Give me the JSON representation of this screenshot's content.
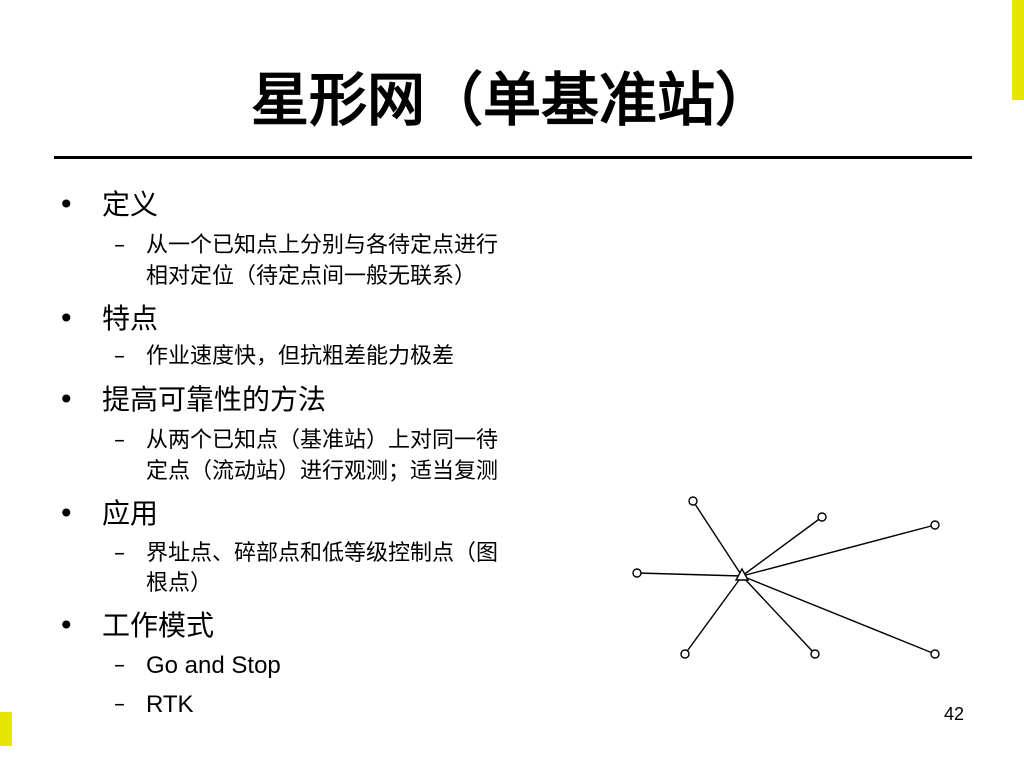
{
  "slide": {
    "title": "星形网（单基准站）",
    "page_number": "42",
    "accent_color": "#e6e600"
  },
  "bullets": [
    {
      "marker": "•",
      "label": "定义",
      "sub": [
        {
          "marker": "–",
          "lines": [
            "从一个已知点上分别与各待定点进行",
            "相对定位（待定点间一般无联系）"
          ]
        }
      ]
    },
    {
      "marker": "•",
      "label": "特点",
      "sub": [
        {
          "marker": "–",
          "lines": [
            "作业速度快，但抗粗差能力极差"
          ]
        }
      ]
    },
    {
      "marker": "•",
      "label": "提高可靠性的方法",
      "sub": [
        {
          "marker": "–",
          "lines": [
            "从两个已知点（基准站）上对同一待",
            "定点（流动站）进行观测；适当复测"
          ]
        }
      ]
    },
    {
      "marker": "•",
      "label": "应用",
      "sub": [
        {
          "marker": "–",
          "lines": [
            "界址点、碎部点和低等级控制点（图",
            "根点）"
          ]
        }
      ]
    },
    {
      "marker": "•",
      "label": "工作模式",
      "sub": [
        {
          "marker": "–",
          "lines": [
            "Go and Stop"
          ]
        },
        {
          "marker": "–",
          "lines": [
            "RTK"
          ]
        }
      ]
    }
  ]
}
